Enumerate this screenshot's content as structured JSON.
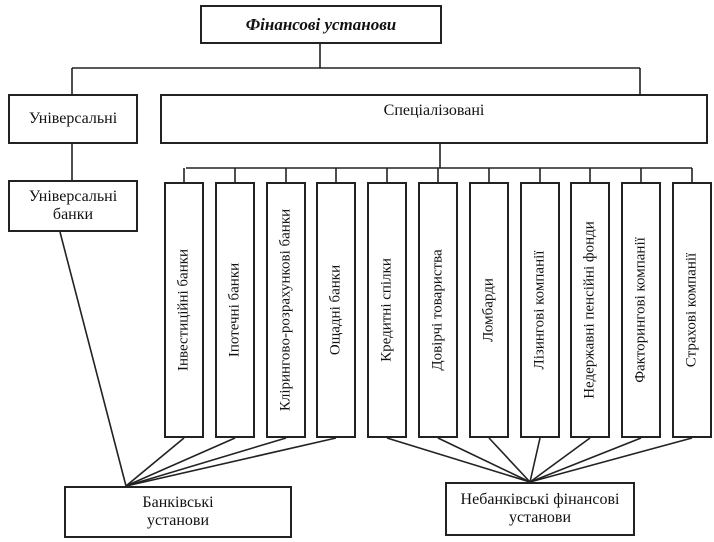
{
  "diagram": {
    "root": "Фінансові установи",
    "universal": "Універсальні",
    "specialized": "Спеціалізовані",
    "universal_banks": "Універсальні банки",
    "specialized_items": [
      "Інвестиційні банки",
      "Іпотечні банки",
      "Кліринговo-розрахункові банки",
      "Ощадні банки",
      "Кредитні спілки",
      "Довірчі товариства",
      "Ломбарди",
      "Лізингові компанії",
      "Недержавні пенсійні фонди",
      "Факторингові компанії",
      "Страхові компанії"
    ],
    "bank_institutions": "Банківські установи",
    "nonbank_institutions": "Небанківські фінансові установи"
  }
}
